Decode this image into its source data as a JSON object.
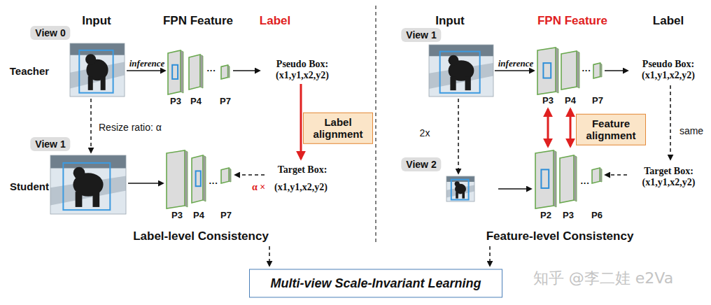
{
  "diagram": {
    "nodes": [
      {
        "text": [
          "View 0"
        ]
      },
      {
        "text": [
          "Label alignment"
        ]
      },
      {
        "text": [
          "View 1"
        ]
      },
      {
        "text": [
          "View 1"
        ]
      },
      {
        "text": [
          "Feature alignment"
        ]
      },
      {
        "text": [
          "View 2"
        ]
      },
      {
        "text": [
          "Multi-view Scale-Invariant Learning"
        ]
      }
    ],
    "labels": [
      "Input",
      "FPN Feature",
      "Label",
      "Teacher",
      "inference",
      "P3",
      "P4",
      "···",
      "P7",
      "Pseudo Box: (x1,y1,x2,y2)",
      "Resize ratio: α",
      "Student",
      "P3",
      "P4",
      "···",
      "P7",
      "Target Box:",
      "α ×",
      "(x1,y1,x2,y2)",
      "Label-level Consistency",
      "Input",
      "FPN Feature",
      "Label",
      "inference",
      "P3",
      "P4",
      "···",
      "P7",
      "Pseudo Box: (x1,y1,x2,y2)",
      "2x",
      "same",
      "P2",
      "P3",
      "···",
      "P6",
      "Target Box: (x1,y1,x2,y2)",
      "Feature-level Consistency",
      "知乎 @李二娃 e2Va"
    ]
  }
}
